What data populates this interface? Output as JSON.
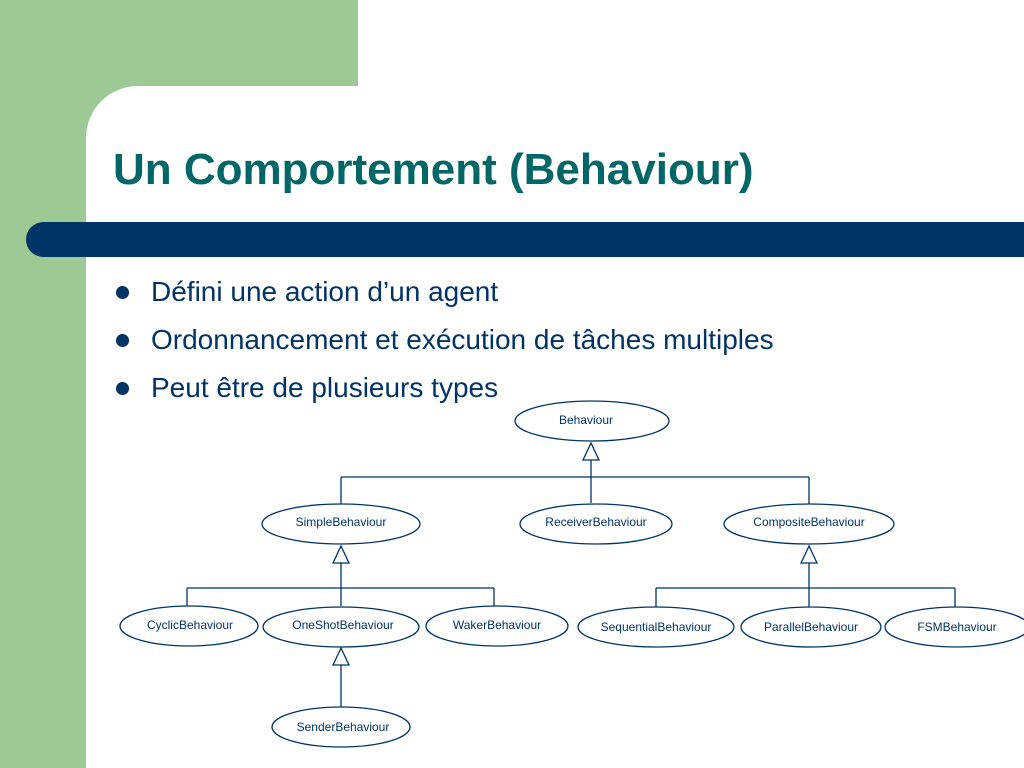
{
  "title": "Un Comportement (Behaviour)",
  "bullets": [
    "Défini une action d’un agent",
    "Ordonnancement et exécution de tâches multiples",
    "Peut être de plusieurs types"
  ],
  "diagram": {
    "nodes": {
      "behaviour": "Behaviour",
      "simple": "SimpleBehaviour",
      "receiver": "ReceiverBehaviour",
      "composite": "CompositeBehaviour",
      "cyclic": "CyclicBehaviour",
      "oneshot": "OneShotBehaviour",
      "waker": "WakerBehaviour",
      "sequential": "SequentialBehaviour",
      "parallel": "ParallelBehaviour",
      "fsm": "FSMBehaviour",
      "sender": "SenderBehaviour"
    }
  },
  "colors": {
    "green": "#9dca94",
    "navy": "#003366",
    "teal": "#006666"
  }
}
